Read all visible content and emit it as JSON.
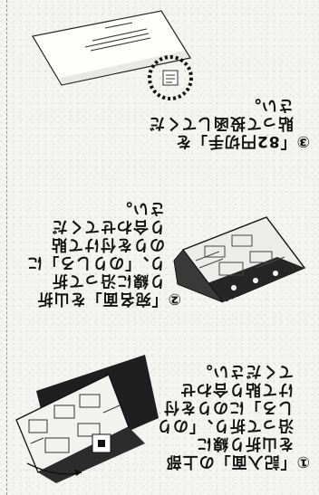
{
  "steps": [
    {
      "id": "step3",
      "number": "③",
      "text": "③「82円切手」を\n　貼って投函してくだ\n　さい。"
    },
    {
      "id": "step2",
      "number": "②",
      "text": "②「宛名面」を山折\n　り線に沿って折\n　り、「のりしろ」に\n　のりを付けて貼\n　り合わせてくだ\n　さい。"
    },
    {
      "id": "step1",
      "number": "①",
      "text": "①「記入面」の上部\n　を山折り線に\n　沿って折り、「のり\n　しろ」にのりを付\n　けて貼り合わせ\n　てください。"
    }
  ],
  "colors": {
    "paper": "#f4f4f1",
    "ink": "#111111",
    "dark_panel": "#2a2a2a"
  },
  "icons": [
    "envelope-illustration",
    "stamp-circle-icon",
    "folded-form-illustration",
    "folding-form-illustration"
  ]
}
